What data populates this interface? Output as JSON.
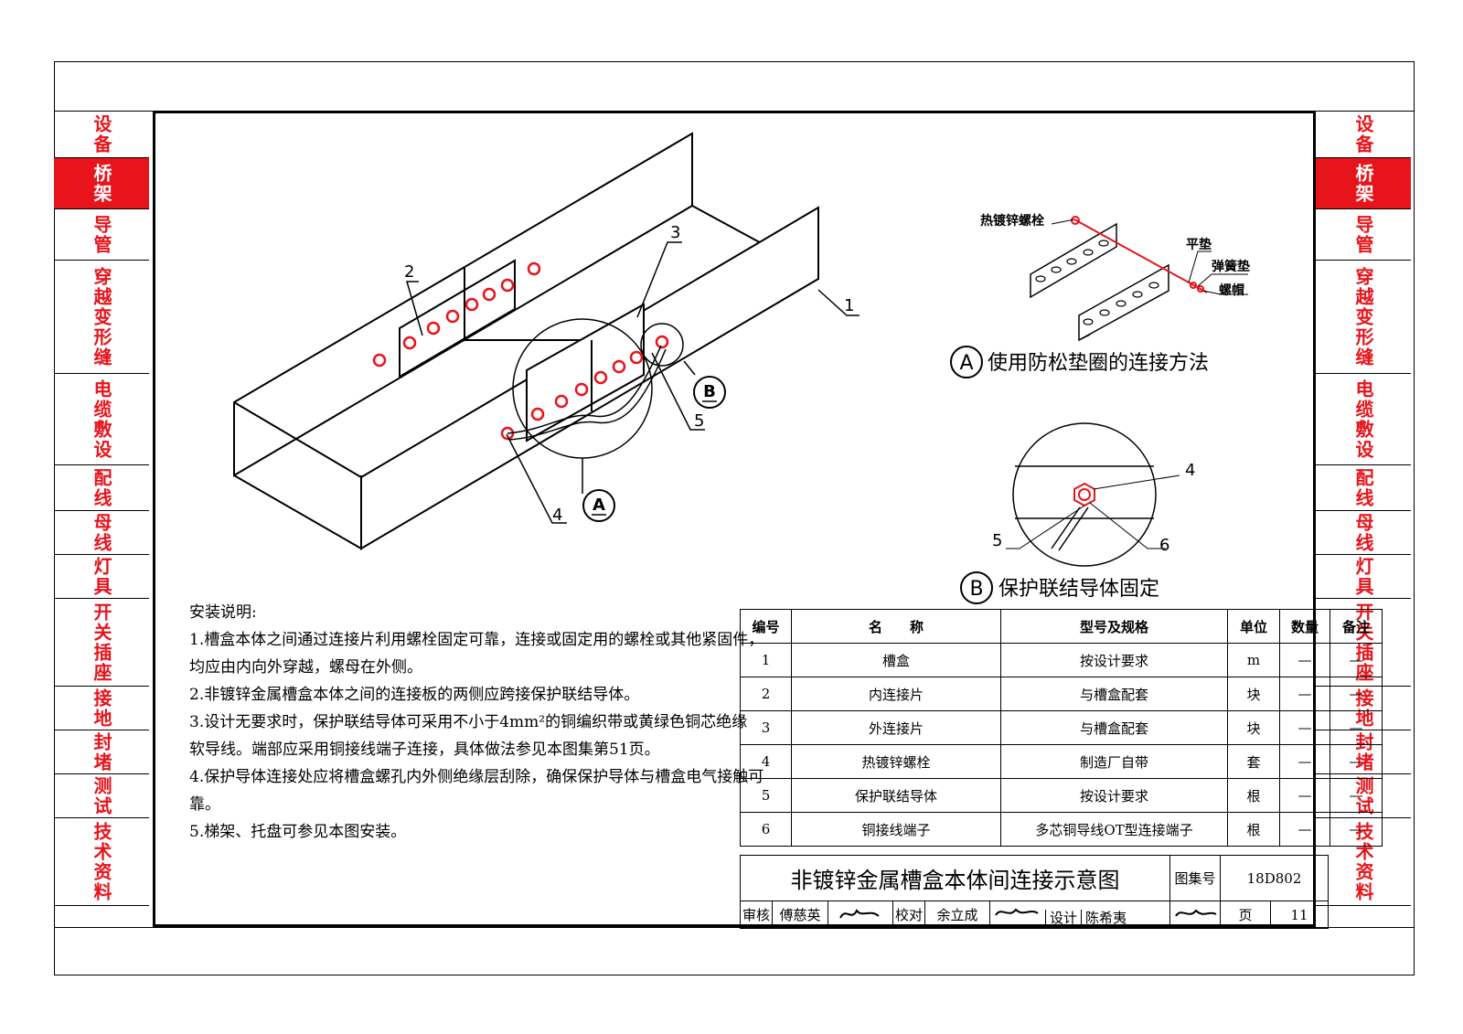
{
  "sidebar": {
    "items": [
      {
        "label": "设备",
        "active": false
      },
      {
        "label": "桥架",
        "active": true
      },
      {
        "label": "导管",
        "active": false
      },
      {
        "label": "穿越变形缝",
        "active": false
      },
      {
        "label": "电缆敷设",
        "active": false
      },
      {
        "label": "配线",
        "active": false
      },
      {
        "label": "母线",
        "active": false
      },
      {
        "label": "灯具",
        "active": false
      },
      {
        "label": "开关插座",
        "active": false
      },
      {
        "label": "接地",
        "active": false
      },
      {
        "label": "封堵",
        "active": false
      },
      {
        "label": "测试",
        "active": false
      },
      {
        "label": "技术资料",
        "active": false
      }
    ]
  },
  "diagram": {
    "callouts": [
      "1",
      "2",
      "3",
      "4",
      "5"
    ],
    "detail_markers": [
      "A",
      "B"
    ],
    "detail_a": {
      "caption": "使用防松垫圈的连接方法",
      "labels": {
        "bolt": "热镀锌螺栓",
        "flat_washer": "平垫",
        "spring_washer": "弹簧垫",
        "nut": "螺帽"
      }
    },
    "detail_b": {
      "caption": "保护联结导体固定",
      "callouts": [
        "4",
        "5",
        "6"
      ]
    }
  },
  "notes": {
    "heading": "安装说明:",
    "lines": [
      "1.槽盒本体之间通过连接片利用螺栓固定可靠，连接或固定用的螺栓或其他紧固件，",
      "均应由内向外穿越，螺母在外侧。",
      "2.非镀锌金属槽盒本体之间的连接板的两侧应跨接保护联结导体。",
      "3.设计无要求时，保护联结导体可采用不小于4mm²的铜编织带或黄绿色铜芯绝缘",
      "软导线。端部应采用铜接线端子连接，具体做法参见本图集第51页。",
      "4.保护导体连接处应将槽盒螺孔内外侧绝缘层刮除，确保保护导体与槽盒电气接触可",
      "靠。",
      "5.梯架、托盘可参见本图安装。"
    ]
  },
  "parts_table": {
    "headers": [
      "编号",
      "名　　称",
      "型号及规格",
      "单位",
      "数量",
      "备注"
    ],
    "rows": [
      [
        "1",
        "槽盒",
        "按设计要求",
        "m",
        "—",
        "—"
      ],
      [
        "2",
        "内连接片",
        "与槽盒配套",
        "块",
        "—",
        "—"
      ],
      [
        "3",
        "外连接片",
        "与槽盒配套",
        "块",
        "—",
        "—"
      ],
      [
        "4",
        "热镀锌螺栓",
        "制造厂自带",
        "套",
        "—",
        "—"
      ],
      [
        "5",
        "保护联结导体",
        "按设计要求",
        "根",
        "—",
        "—"
      ],
      [
        "6",
        "铜接线端子",
        "多芯铜导线OT型连接端子",
        "根",
        "—",
        "—"
      ]
    ]
  },
  "title_block": {
    "title": "非镀锌金属槽盒本体间连接示意图",
    "atlas_label": "图集号",
    "atlas_no": "18D802",
    "review_label": "审核",
    "reviewer": "傅慈英",
    "check_label": "校对",
    "checker": "余立成",
    "design_label": "设计",
    "designer": "陈希夷",
    "page_label": "页",
    "page_no": "11"
  },
  "colors": {
    "accent": "#e8141b",
    "line": "#000000"
  }
}
